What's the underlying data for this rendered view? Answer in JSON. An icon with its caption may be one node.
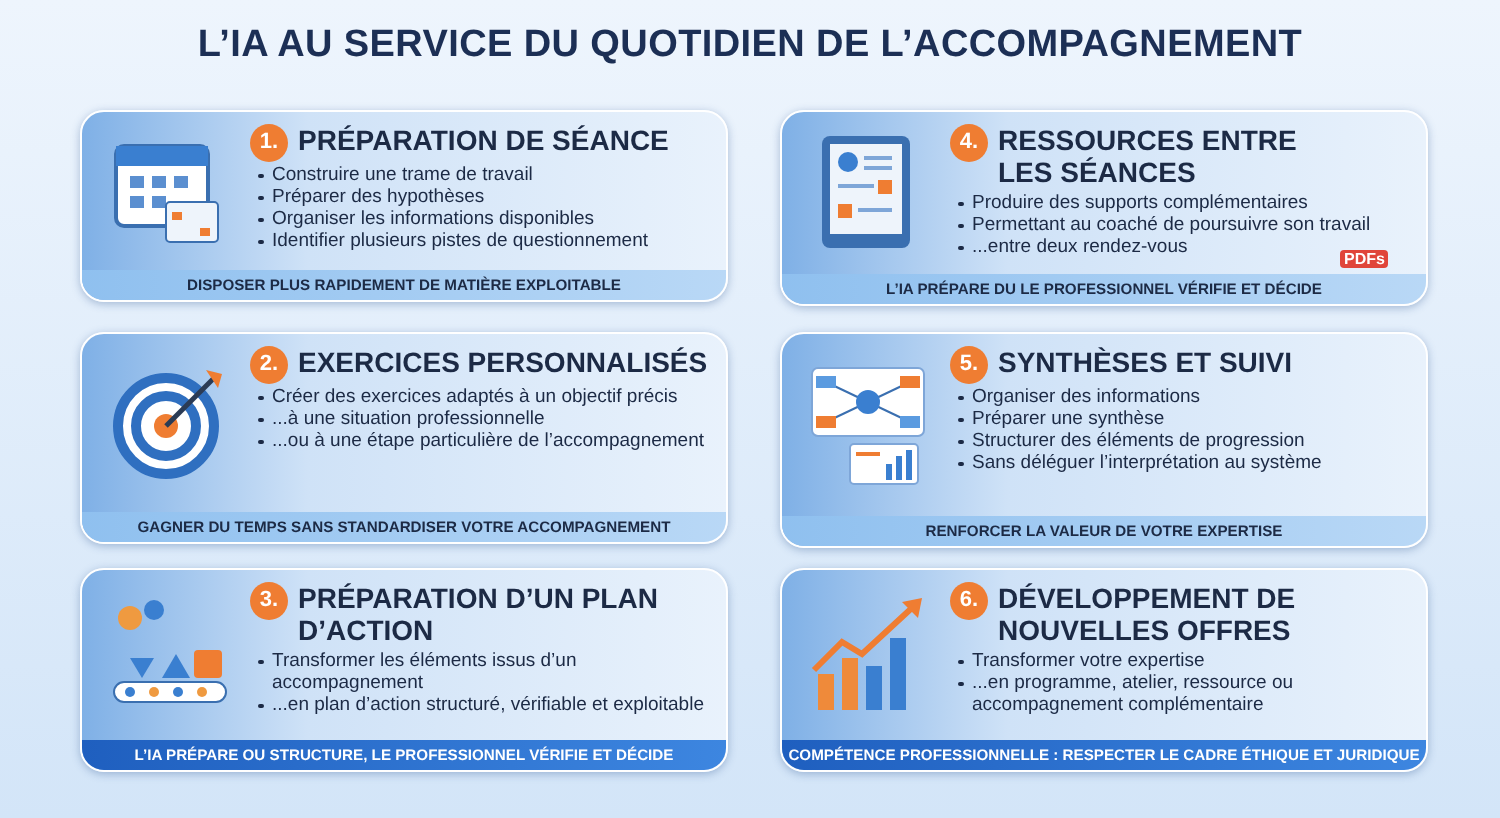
{
  "diagram": {
    "title": "L’IA AU SERVICE DU QUOTIDIEN DE L’ACCOMPAGNEMENT",
    "nodes": [
      {
        "text": [
          "1.",
          "PRÉPARATION DE SÉANCE",
          "Construire une trame de travail",
          "Préparer des hypothèses",
          "Organiser les informations disponibles",
          "Identifier plusieurs pistes de questionnement",
          "DISPOSER PLUS RAPIDEMENT DE MATIÈRE EXPLOITABLE"
        ]
      },
      {
        "text": [
          "2.",
          "EXERCICES PERSONNALISÉS",
          "Créer des exercices adaptés à un objectif précis",
          "...à une situation professionnelle",
          "...ou à une étape particulière de l’accompagnement",
          "GAGNER DU TEMPS SANS STANDARDISER VOTRE ACCOMPAGNEMENT"
        ]
      },
      {
        "text": [
          "3.",
          "PRÉPARATION D’UN PLAN D’ACTION",
          "Transformer les éléments issus d’un accompagnement",
          "...en plan d’action structuré, vérifiable et exploitable",
          "L’IA PRÉPARE OU STRUCTURE, LE PROFESSIONNEL VÉRIFIE ET DÉCIDE"
        ]
      },
      {
        "text": [
          "4.",
          "RESSOURCES ENTRE LES SÉANCES",
          "Produire des supports complémentaires",
          "Permettant au coaché de poursuivre son travail",
          "...entre deux rendez-vous",
          "L’IA PRÉPARE DU LE PROFESSIONNEL VÉRIFIE ET DÉCIDE"
        ]
      },
      {
        "text": [
          "5.",
          "SYNTHÈSES ET SUIVI",
          "Organiser des informations",
          "Préparer une synthèse",
          "Structurer des éléments de progression",
          "Sans déléguer l’interprétation au système",
          "RENFORCER LA VALEUR DE VOTRE EXPERTISE"
        ]
      },
      {
        "text": [
          "6.",
          "DÉVELOPPEMENT DE NOUVELLES OFFRES",
          "Transformer votre expertise",
          "...en programme, atelier, ressource ou accompagnement complémentaire",
          "COMPÉTENCE PROFESSIONNELLE : RESPECTER LE CADRE ÉTHIQUE ET JURIDIQUE"
        ]
      }
    ],
    "labels": [
      "PDFs"
    ]
  }
}
